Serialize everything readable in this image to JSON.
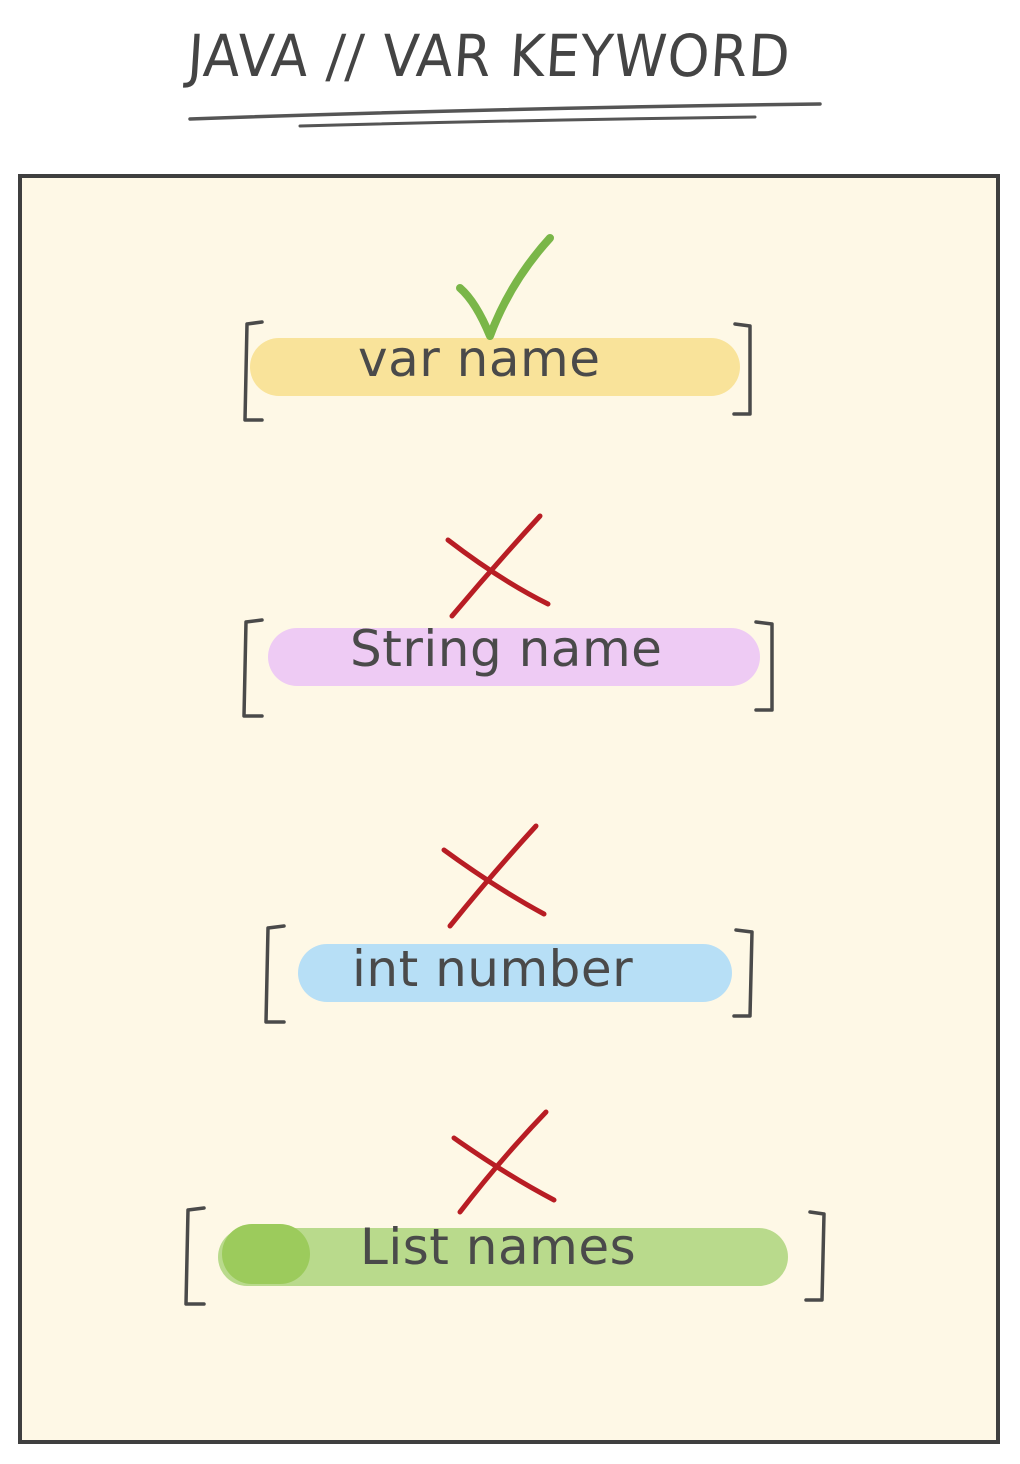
{
  "title": "JAVA // VAR KEYWORD",
  "rows": [
    {
      "label": "var name",
      "status": "correct",
      "color": "#f9e39a"
    },
    {
      "label": "String name",
      "status": "incorrect",
      "color": "#eecbf4"
    },
    {
      "label": "int number",
      "status": "incorrect",
      "color": "#b7dff6"
    },
    {
      "label": "List names",
      "status": "incorrect",
      "color": "#b9da8c"
    }
  ],
  "colors": {
    "check": "#7ab648",
    "cross": "#b81d24",
    "ink": "#444444",
    "panel": "#fef8e6"
  }
}
